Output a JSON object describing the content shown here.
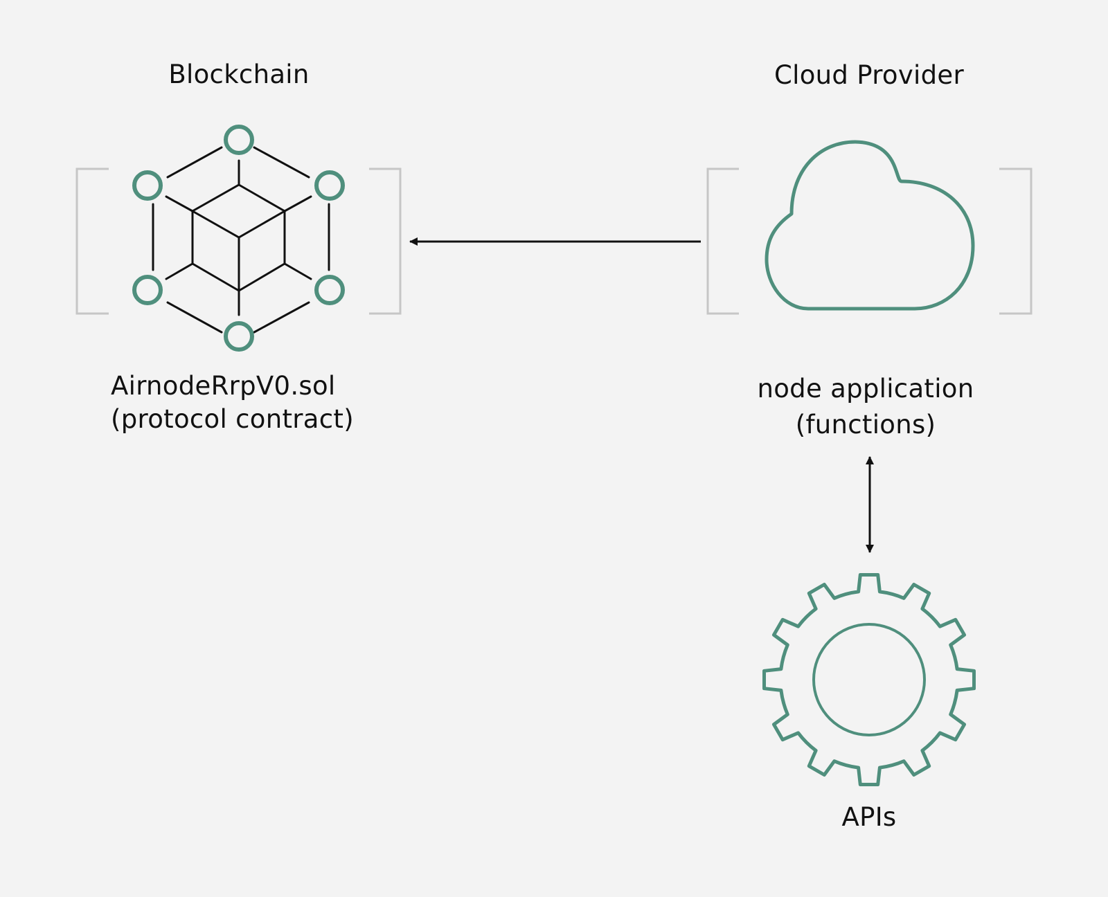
{
  "colors": {
    "background": "#f3f3f3",
    "accent": "#4f8f7d",
    "bracket": "#c6c6c6",
    "line": "#111111"
  },
  "blockchain": {
    "heading": "Blockchain",
    "caption_line1": "AirnodeRrpV0.sol",
    "caption_line2": "(protocol contract)",
    "icon": "blockchain-cube-icon"
  },
  "cloud": {
    "heading": "Cloud Provider",
    "caption_line1": "node application",
    "caption_line2": "(functions)",
    "icon": "cloud-icon"
  },
  "apis": {
    "caption": "APIs",
    "icon": "gear-icon"
  },
  "connections": [
    {
      "from": "cloud",
      "to": "blockchain",
      "type": "one-way"
    },
    {
      "from": "cloud",
      "to": "apis",
      "type": "two-way"
    }
  ]
}
